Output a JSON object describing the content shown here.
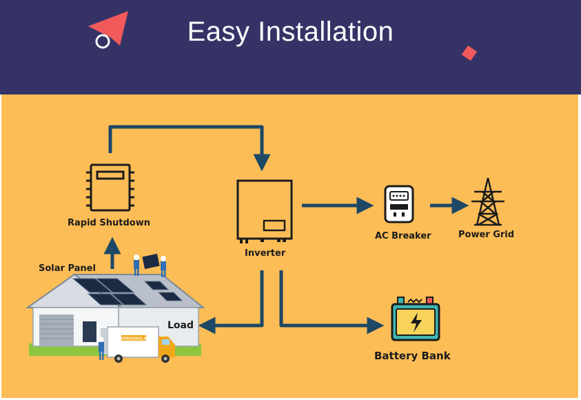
{
  "header": {
    "title": "Easy Installation"
  },
  "nodes": {
    "rapid_shutdown": "Rapid Shutdown",
    "solar_panel": "Solar Panel",
    "inverter": "Inverter",
    "ac_breaker": "AC Breaker",
    "power_grid": "Power Grid",
    "load": "Load",
    "battery_bank": "Battery Bank"
  },
  "truck_brand": "MOREGOSOLAR",
  "colors": {
    "header_bg": "#353366",
    "panel_bg": "#fdbd56",
    "arrow": "#1d4866",
    "accent": "#f15a5a",
    "battery_teal": "#3fb6b3"
  }
}
